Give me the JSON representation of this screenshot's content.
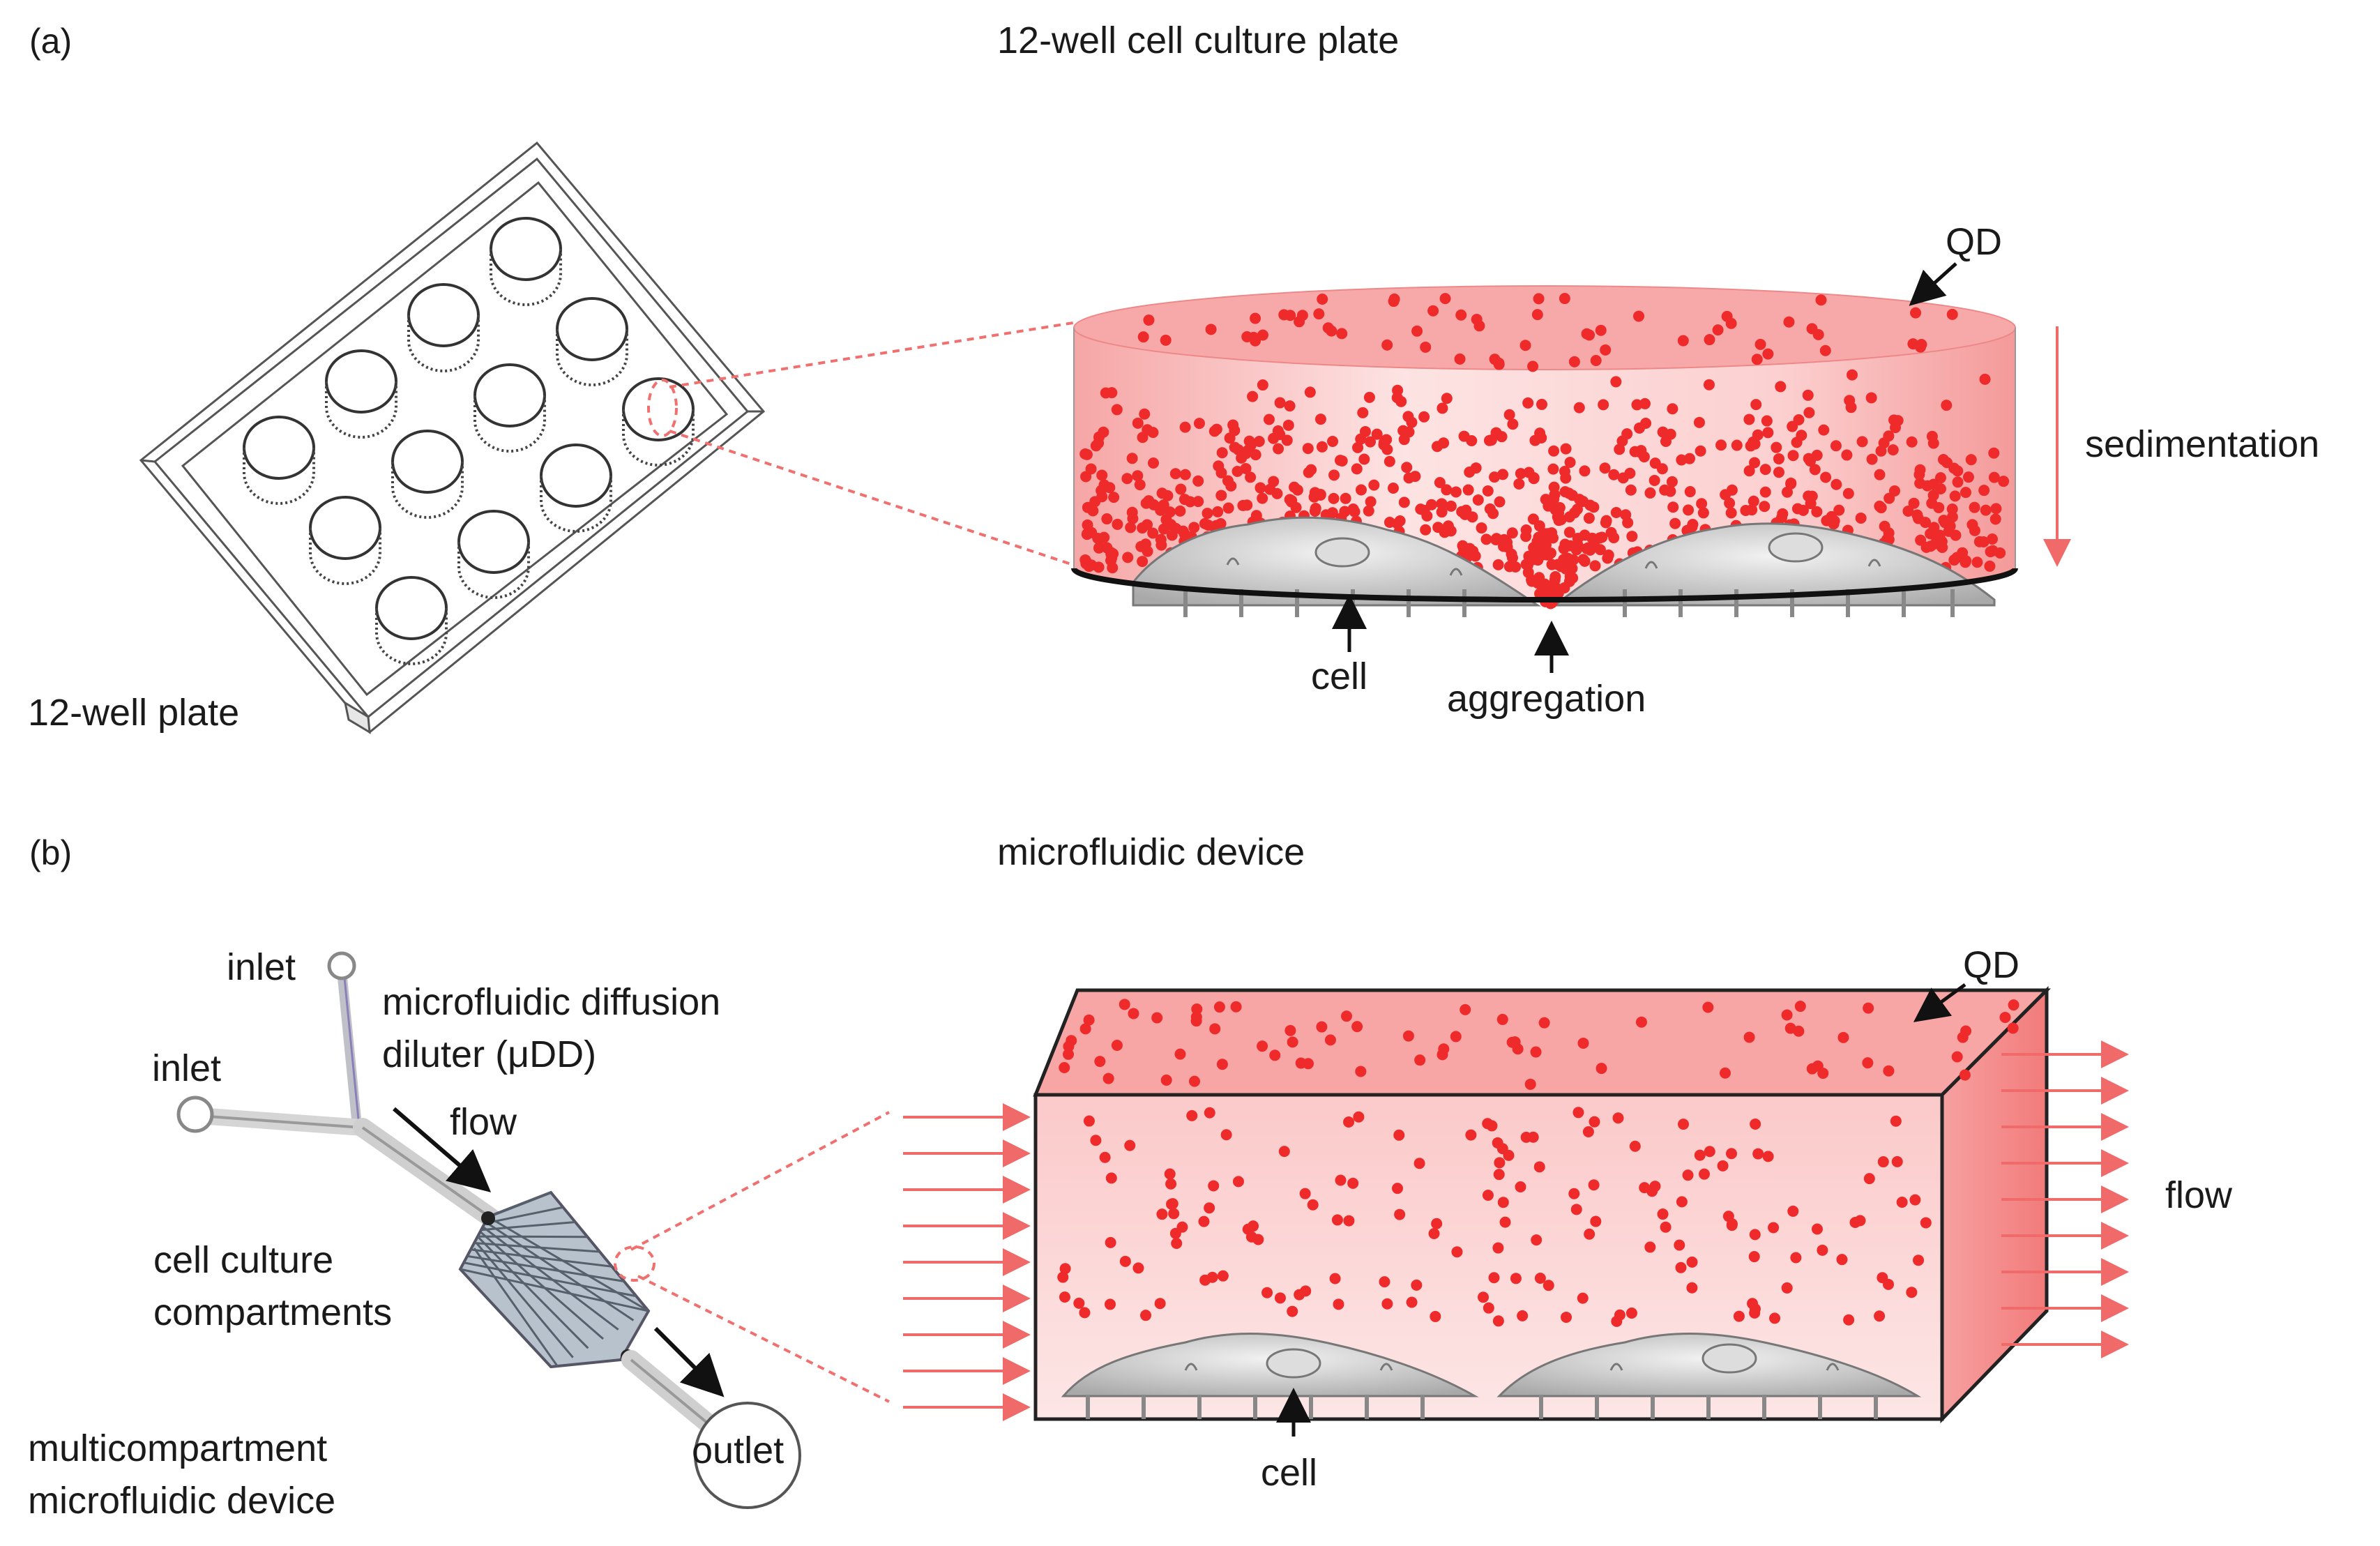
{
  "panel_a": {
    "letter": "(a)",
    "title": "12-well cell culture plate",
    "plate_label": "12-well plate",
    "qd_label": "QD",
    "sedimentation_label": "sedimentation",
    "cell_label": "cell",
    "aggregation_label": "aggregation"
  },
  "panel_b": {
    "letter": "(b)",
    "title": "microfluidic device",
    "inlet_top_label": "inlet",
    "inlet_left_label": "inlet",
    "diluter_label_line1": "microfluidic diffusion",
    "diluter_label_line2": "diluter (μDD)",
    "flow_label_device": "flow",
    "compartments_label_line1": "cell culture",
    "compartments_label_line2": "compartments",
    "outlet_label": "outlet",
    "device_label_line1": "multicompartment",
    "device_label_line2": "microfluidic device",
    "qd_label": "QD",
    "flow_label_box": "flow",
    "cell_label": "cell"
  },
  "colors": {
    "qd_red": "#ef2a2a",
    "medium_pink": "#fbd3d3",
    "medium_pink_dark": "#f59a9a",
    "cell_gray": "#c8c8c8",
    "guide_red": "#f07070"
  }
}
